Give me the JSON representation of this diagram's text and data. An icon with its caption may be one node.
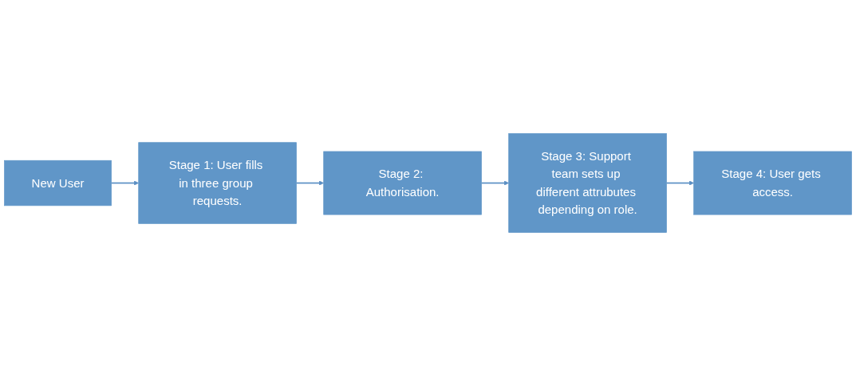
{
  "diagram": {
    "nodes": [
      {
        "text": [
          "New User"
        ]
      },
      {
        "text": [
          "Stage 1: User fills in three group requests."
        ]
      },
      {
        "text": [
          "Stage 2: Authorisation."
        ]
      },
      {
        "text": [
          "Stage 3: Support team sets up different attrubutes depending on role."
        ]
      },
      {
        "text": [
          "Stage 4: User gets access."
        ]
      }
    ],
    "edges": [
      {
        "from": 0,
        "to": 1,
        "arrow": "to"
      },
      {
        "from": 1,
        "to": 2,
        "arrow": "to"
      },
      {
        "from": 2,
        "to": 3,
        "arrow": "to"
      },
      {
        "from": 3,
        "to": 4,
        "arrow": "to"
      }
    ]
  }
}
